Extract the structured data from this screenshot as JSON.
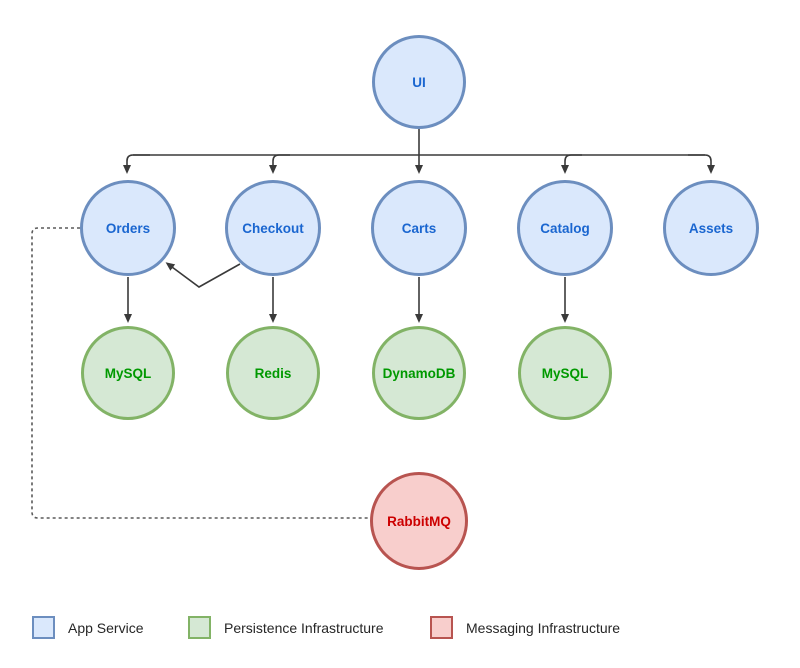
{
  "diagram": {
    "nodes": {
      "ui": {
        "label": "UI",
        "type": "app-service"
      },
      "orders": {
        "label": "Orders",
        "type": "app-service"
      },
      "checkout": {
        "label": "Checkout",
        "type": "app-service"
      },
      "carts": {
        "label": "Carts",
        "type": "app-service"
      },
      "catalog": {
        "label": "Catalog",
        "type": "app-service"
      },
      "assets": {
        "label": "Assets",
        "type": "app-service"
      },
      "mysql_orders": {
        "label": "MySQL",
        "type": "persistence"
      },
      "redis": {
        "label": "Redis",
        "type": "persistence"
      },
      "dynamodb": {
        "label": "DynamoDB",
        "type": "persistence"
      },
      "mysql_catalog": {
        "label": "MySQL",
        "type": "persistence"
      },
      "rabbitmq": {
        "label": "RabbitMQ",
        "type": "messaging"
      }
    },
    "edges": [
      {
        "from": "ui",
        "to": "orders",
        "style": "solid-arrow"
      },
      {
        "from": "ui",
        "to": "checkout",
        "style": "solid-arrow"
      },
      {
        "from": "ui",
        "to": "carts",
        "style": "solid-arrow"
      },
      {
        "from": "ui",
        "to": "catalog",
        "style": "solid-arrow"
      },
      {
        "from": "ui",
        "to": "assets",
        "style": "solid-arrow"
      },
      {
        "from": "checkout",
        "to": "orders",
        "style": "solid-arrow"
      },
      {
        "from": "orders",
        "to": "mysql_orders",
        "style": "solid-arrow"
      },
      {
        "from": "checkout",
        "to": "redis",
        "style": "solid-arrow"
      },
      {
        "from": "carts",
        "to": "dynamodb",
        "style": "solid-arrow"
      },
      {
        "from": "catalog",
        "to": "mysql_catalog",
        "style": "solid-arrow"
      },
      {
        "from": "orders",
        "to": "rabbitmq",
        "style": "dashed"
      }
    ],
    "styles": {
      "app-service": {
        "fill": "#dae8fc",
        "border": "#6c8ebf",
        "text": "#1a66d0"
      },
      "persistence": {
        "fill": "#d5e8d4",
        "border": "#82b366",
        "text": "#009900"
      },
      "messaging": {
        "fill": "#f8cecc",
        "border": "#b85450",
        "text": "#cc0000"
      },
      "edge_color": "#3a3a3a",
      "dashed_edge_color": "#5a5a5a"
    }
  },
  "legend": {
    "items": [
      {
        "label": "App Service",
        "type": "app-service"
      },
      {
        "label": "Persistence Infrastructure",
        "type": "persistence"
      },
      {
        "label": "Messaging Infrastructure",
        "type": "messaging"
      }
    ]
  }
}
